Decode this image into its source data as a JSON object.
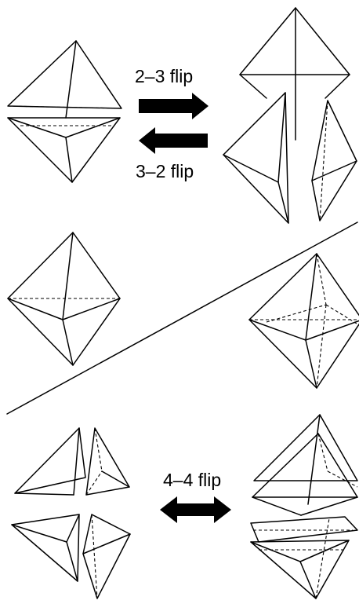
{
  "labels": {
    "flip_2_3": "2–3 flip",
    "flip_3_2": "3–2 flip",
    "flip_4_4": "4–4 flip"
  },
  "colors": {
    "ink": "#000000",
    "background": "#ffffff"
  }
}
